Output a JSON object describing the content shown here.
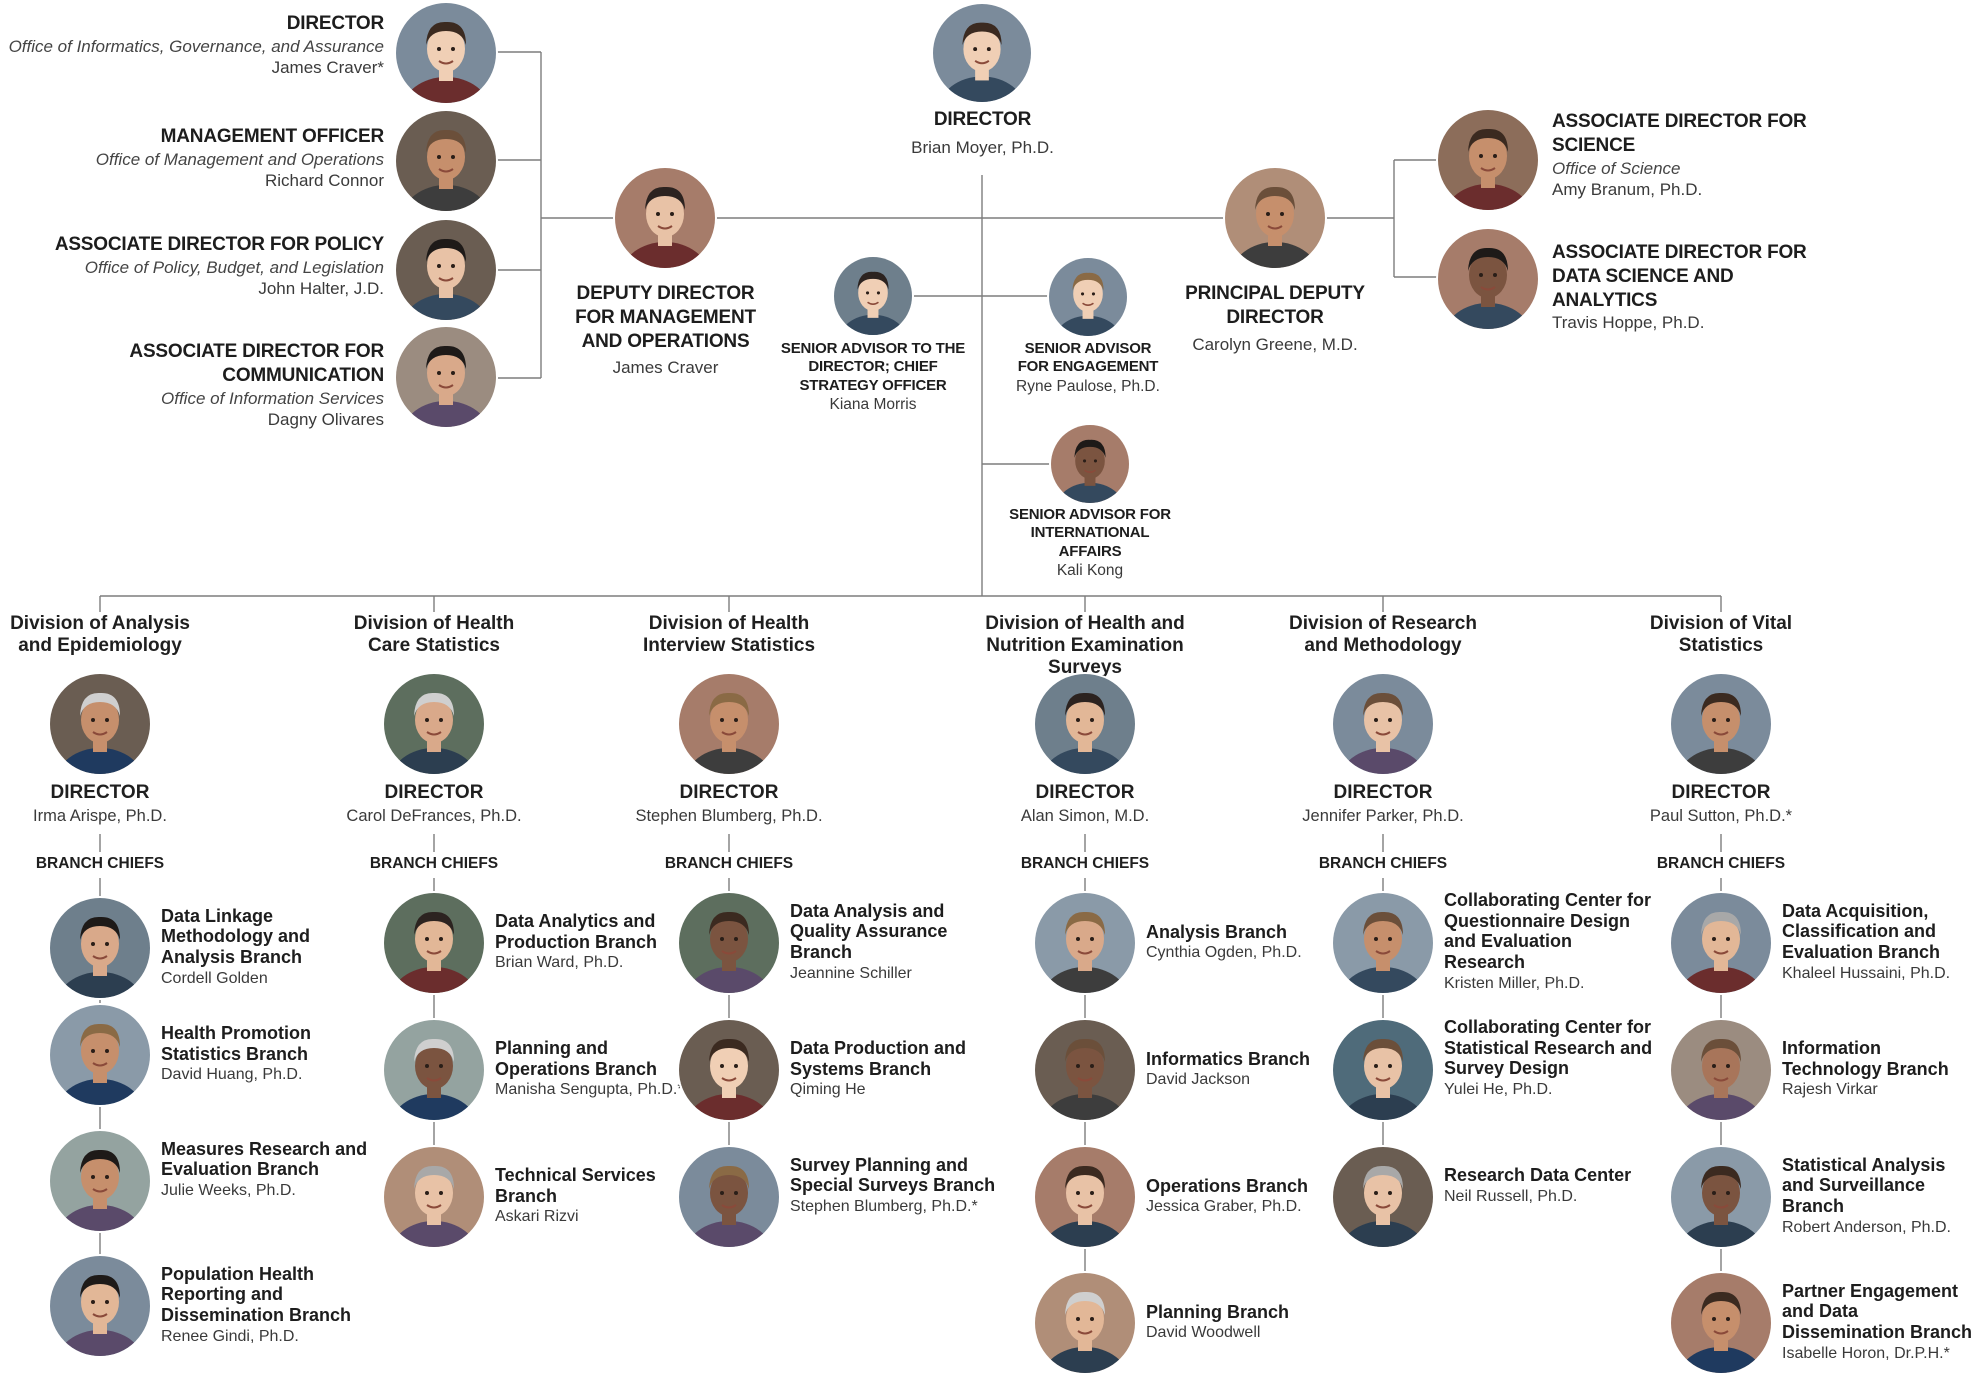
{
  "top_director": {
    "title": "DIRECTOR",
    "name": "Brian Moyer, Ph.D."
  },
  "deputy": {
    "title": "DEPUTY DIRECTOR FOR MANAGEMENT AND OPERATIONS",
    "name": "James Craver"
  },
  "left_offices": [
    {
      "title": "DIRECTOR",
      "office": "Office of Informatics, Governance, and Assurance",
      "name": "James Craver*"
    },
    {
      "title": "MANAGEMENT OFFICER",
      "office": "Office of Management and Operations",
      "name": "Richard Connor"
    },
    {
      "title": "ASSOCIATE DIRECTOR FOR POLICY",
      "office": "Office of Policy, Budget, and Legislation",
      "name": "John Halter, J.D."
    },
    {
      "title": "ASSOCIATE DIRECTOR FOR COMMUNICATION",
      "office": "Office of Information Services",
      "name": "Dagny Olivares"
    }
  ],
  "advisors": [
    {
      "title": "SENIOR ADVISOR TO THE DIRECTOR; CHIEF STRATEGY OFFICER",
      "name": "Kiana Morris"
    },
    {
      "title": "SENIOR ADVISOR FOR ENGAGEMENT",
      "name": "Ryne Paulose, Ph.D."
    },
    {
      "title": "SENIOR ADVISOR FOR INTERNATIONAL AFFAIRS",
      "name": "Kali Kong"
    }
  ],
  "principal_deputy": {
    "title": "PRINCIPAL DEPUTY DIRECTOR",
    "name": "Carolyn Greene, M.D."
  },
  "right_offices": [
    {
      "title": "ASSOCIATE DIRECTOR FOR SCIENCE",
      "office": "Office of Science",
      "name": "Amy Branum, Ph.D."
    },
    {
      "title": "ASSOCIATE DIRECTOR FOR DATA SCIENCE AND ANALYTICS",
      "office": "",
      "name": "Travis Hoppe, Ph.D."
    }
  ],
  "divisions": [
    {
      "name": "Division of Analysis and Epidemiology",
      "director_title": "DIRECTOR",
      "director": "Irma Arispe, Ph.D.",
      "branch_chiefs_label": "BRANCH CHIEFS",
      "branches": [
        {
          "name": "Data Linkage Methodology and Analysis Branch",
          "person": "Cordell Golden"
        },
        {
          "name": "Health Promotion Statistics Branch",
          "person": "David Huang, Ph.D."
        },
        {
          "name": "Measures Research and Evaluation Branch",
          "person": "Julie Weeks, Ph.D."
        },
        {
          "name": "Population Health Reporting and Dissemination Branch",
          "person": "Renee Gindi, Ph.D."
        }
      ]
    },
    {
      "name": "Division of Health Care Statistics",
      "director_title": "DIRECTOR",
      "director": "Carol DeFrances, Ph.D.",
      "branch_chiefs_label": "BRANCH CHIEFS",
      "branches": [
        {
          "name": "Data Analytics and Production Branch",
          "person": "Brian Ward, Ph.D."
        },
        {
          "name": "Planning and Operations Branch",
          "person": "Manisha Sengupta, Ph.D.*"
        },
        {
          "name": "Technical Services Branch",
          "person": "Askari Rizvi"
        }
      ]
    },
    {
      "name": "Division of Health Interview Statistics",
      "director_title": "DIRECTOR",
      "director": "Stephen Blumberg, Ph.D.",
      "branch_chiefs_label": "BRANCH CHIEFS",
      "branches": [
        {
          "name": "Data Analysis and Quality Assurance Branch",
          "person": "Jeannine Schiller"
        },
        {
          "name": "Data Production and Systems Branch",
          "person": "Qiming He"
        },
        {
          "name": "Survey Planning and Special Surveys Branch",
          "person": "Stephen Blumberg, Ph.D.*"
        }
      ]
    },
    {
      "name": "Division of Health and Nutrition Examination Surveys",
      "director_title": "DIRECTOR",
      "director": "Alan Simon, M.D.",
      "branch_chiefs_label": "BRANCH CHIEFS",
      "branches": [
        {
          "name": "Analysis Branch",
          "person": "Cynthia Ogden, Ph.D."
        },
        {
          "name": "Informatics Branch",
          "person": "David Jackson"
        },
        {
          "name": "Operations Branch",
          "person": "Jessica Graber, Ph.D."
        },
        {
          "name": "Planning Branch",
          "person": "David Woodwell"
        }
      ]
    },
    {
      "name": "Division of Research and Methodology",
      "director_title": "DIRECTOR",
      "director": "Jennifer Parker, Ph.D.",
      "branch_chiefs_label": "BRANCH CHIEFS",
      "branches": [
        {
          "name": "Collaborating Center for Questionnaire Design and Evaluation Research",
          "person": "Kristen Miller, Ph.D."
        },
        {
          "name": "Collaborating Center for Statistical Research and Survey Design",
          "person": "Yulei He, Ph.D."
        },
        {
          "name": "Research Data Center",
          "person": "Neil Russell, Ph.D."
        }
      ]
    },
    {
      "name": "Division of Vital Statistics",
      "director_title": "DIRECTOR",
      "director": "Paul Sutton, Ph.D.*",
      "branch_chiefs_label": "BRANCH CHIEFS",
      "branches": [
        {
          "name": "Data Acquisition, Classification and Evaluation Branch",
          "person": "Khaleel Hussaini, Ph.D."
        },
        {
          "name": "Information Technology Branch",
          "person": "Rajesh Virkar"
        },
        {
          "name": "Statistical Analysis and Surveillance Branch",
          "person": "Robert Anderson, Ph.D."
        },
        {
          "name": "Partner Engagement and Data Dissemination Branch",
          "person": "Isabelle Horon, Dr.P.H.*"
        }
      ]
    }
  ]
}
